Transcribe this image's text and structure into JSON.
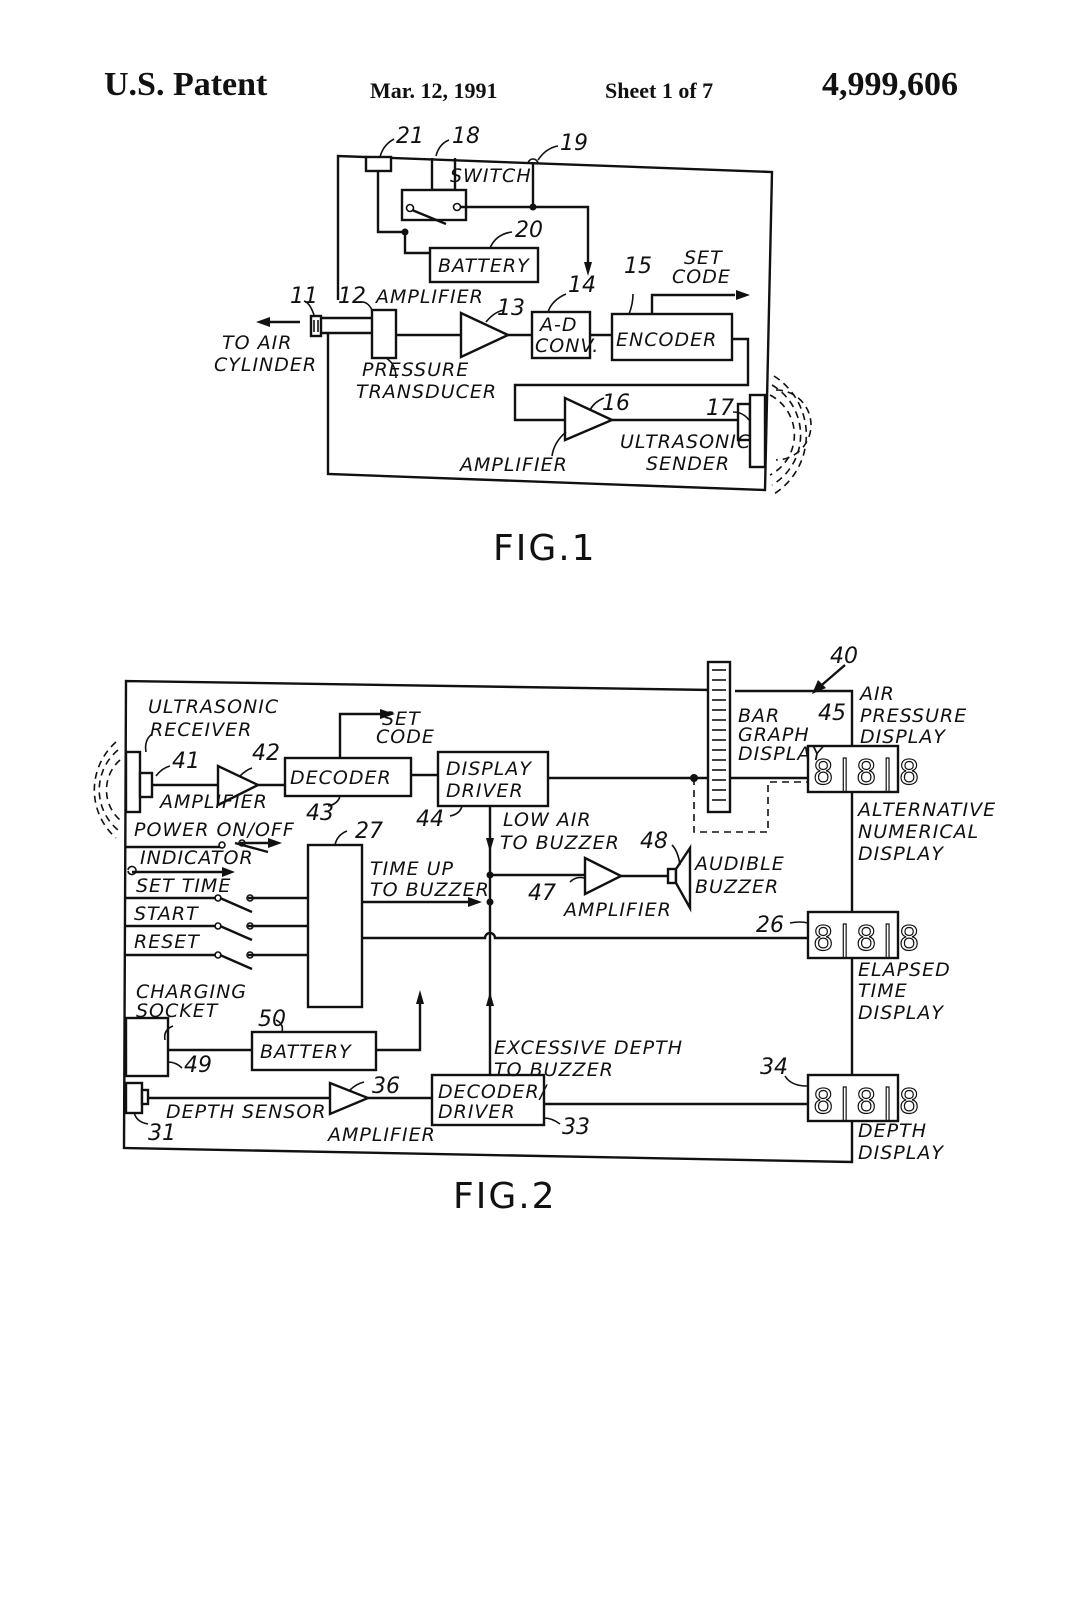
{
  "header": {
    "title": "U.S. Patent",
    "date": "Mar. 12, 1991",
    "sheet": "Sheet 1 of 7",
    "patent_number": "4,999,606"
  },
  "fig1": {
    "caption": "FIG.1",
    "refs": {
      "r11": "11",
      "r12": "12",
      "r13": "13",
      "r14": "14",
      "r15": "15",
      "r16": "16",
      "r17": "17",
      "r18": "18",
      "r19": "19",
      "r20": "20",
      "r21": "21"
    },
    "labels": {
      "switch": "SWITCH",
      "battery": "BATTERY",
      "set": "SET",
      "code": "CODE",
      "amplifier_top": "AMPLIFIER",
      "ad1": "A-D",
      "ad2": "CONV.",
      "encoder": "ENCODER",
      "to_air": "TO AIR",
      "cylinder": "CYLINDER",
      "pressure": "PRESSURE",
      "transducer": "TRANSDUCER",
      "amplifier_bottom": "AMPLIFIER",
      "ultrasonic": "ULTRASONIC",
      "sender": "SENDER"
    }
  },
  "fig2": {
    "caption": "FIG.2",
    "refs": {
      "r26": "26",
      "r27": "27",
      "r31": "31",
      "r33": "33",
      "r34": "34",
      "r36": "36",
      "r40": "40",
      "r41": "41",
      "r42": "42",
      "r43": "43",
      "r44": "44",
      "r45": "45",
      "r47": "47",
      "r48": "48",
      "r49": "49",
      "r50": "50"
    },
    "labels": {
      "ultrasonic": "ULTRASONIC",
      "receiver": "RECEIVER",
      "amplifier1": "AMPLIFIER",
      "decoder": "DECODER",
      "set": "SET",
      "code": "CODE",
      "display1": "DISPLAY",
      "driver1": "DRIVER",
      "bar": "BAR",
      "graph": "GRAPH",
      "display_bar": "DISPLAY",
      "air": "AIR",
      "pressure": "PRESSURE",
      "display_air": "DISPLAY",
      "alternative": "ALTERNATIVE",
      "numerical": "NUMERICAL",
      "display_alt": "DISPLAY",
      "power": "POWER ON/OFF",
      "indicator": "INDICATOR",
      "set_time": "SET TIME",
      "start": "START",
      "reset": "RESET",
      "time_up": "TIME UP",
      "to_buzzer1": "TO BUZZER",
      "low_air": "LOW AIR",
      "to_buzzer2": "TO BUZZER",
      "audible": "AUDIBLE",
      "buzzer": "BUZZER",
      "amplifier2": "AMPLIFIER",
      "elapsed": "ELAPSED",
      "time": "TIME",
      "display_el": "DISPLAY",
      "charging": "CHARGING",
      "socket": "SOCKET",
      "battery": "BATTERY",
      "excessive": "EXCESSIVE DEPTH",
      "to_buzzer3": "TO  BUZZER",
      "decoder2": "DECODER/",
      "driver2": "DRIVER",
      "depth_sensor": "DEPTH SENSOR",
      "amplifier3": "AMPLIFIER",
      "depth": "DEPTH",
      "display_depth": "DISPLAY",
      "seven_seg": "8|8|8"
    }
  }
}
